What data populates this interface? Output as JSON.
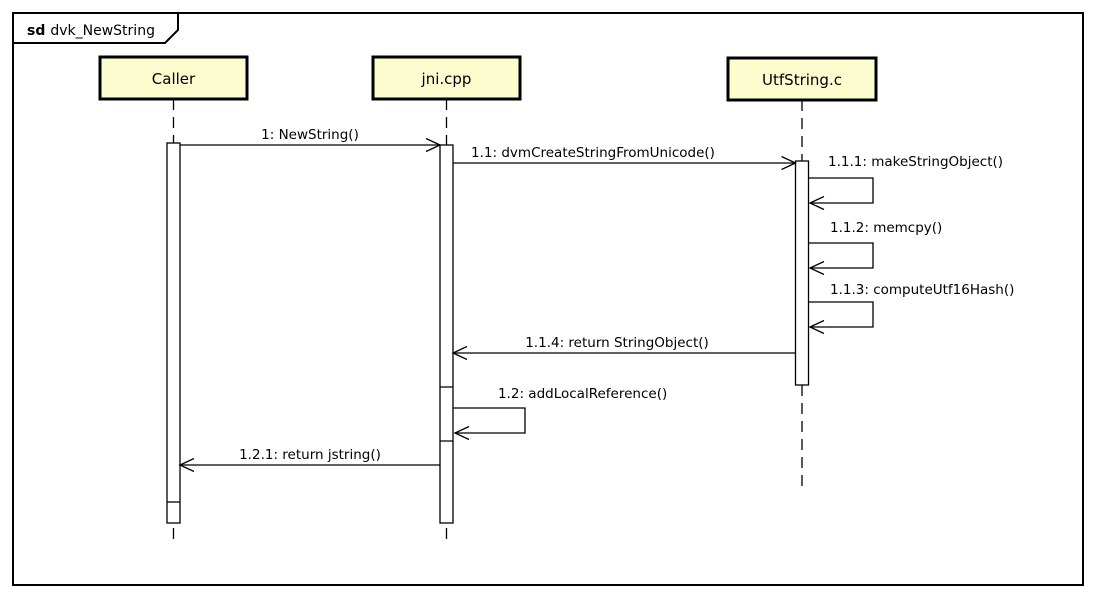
{
  "frame": {
    "keyword": "sd",
    "title": "dvk_NewString"
  },
  "colors": {
    "lifeline_fill": "#FCFCCE",
    "line": "#000000",
    "background": "#FFFFFF"
  },
  "diagram_type": "uml-sequence",
  "lifelines": [
    {
      "id": "caller",
      "label": "Caller"
    },
    {
      "id": "jni",
      "label": "jni.cpp"
    },
    {
      "id": "utfstring",
      "label": "UtfString.c"
    }
  ],
  "messages": [
    {
      "id": "1",
      "label": "1: NewString()",
      "type": "call",
      "from": "Caller",
      "to": "jni.cpp"
    },
    {
      "id": "1.1",
      "label": "1.1: dvmCreateStringFromUnicode()",
      "type": "call",
      "from": "jni.cpp",
      "to": "UtfString.c"
    },
    {
      "id": "1.1.1",
      "label": "1.1.1: makeStringObject()",
      "type": "self",
      "from": "UtfString.c",
      "to": "UtfString.c"
    },
    {
      "id": "1.1.2",
      "label": "1.1.2: memcpy()",
      "type": "self",
      "from": "UtfString.c",
      "to": "UtfString.c"
    },
    {
      "id": "1.1.3",
      "label": "1.1.3: computeUtf16Hash()",
      "type": "self",
      "from": "UtfString.c",
      "to": "UtfString.c"
    },
    {
      "id": "1.1.4",
      "label": "1.1.4: return StringObject()",
      "type": "return",
      "from": "UtfString.c",
      "to": "jni.cpp"
    },
    {
      "id": "1.2",
      "label": "1.2: addLocalReference()",
      "type": "self",
      "from": "jni.cpp",
      "to": "jni.cpp"
    },
    {
      "id": "1.2.1",
      "label": "1.2.1: return jstring()",
      "type": "return",
      "from": "jni.cpp",
      "to": "Caller"
    }
  ]
}
